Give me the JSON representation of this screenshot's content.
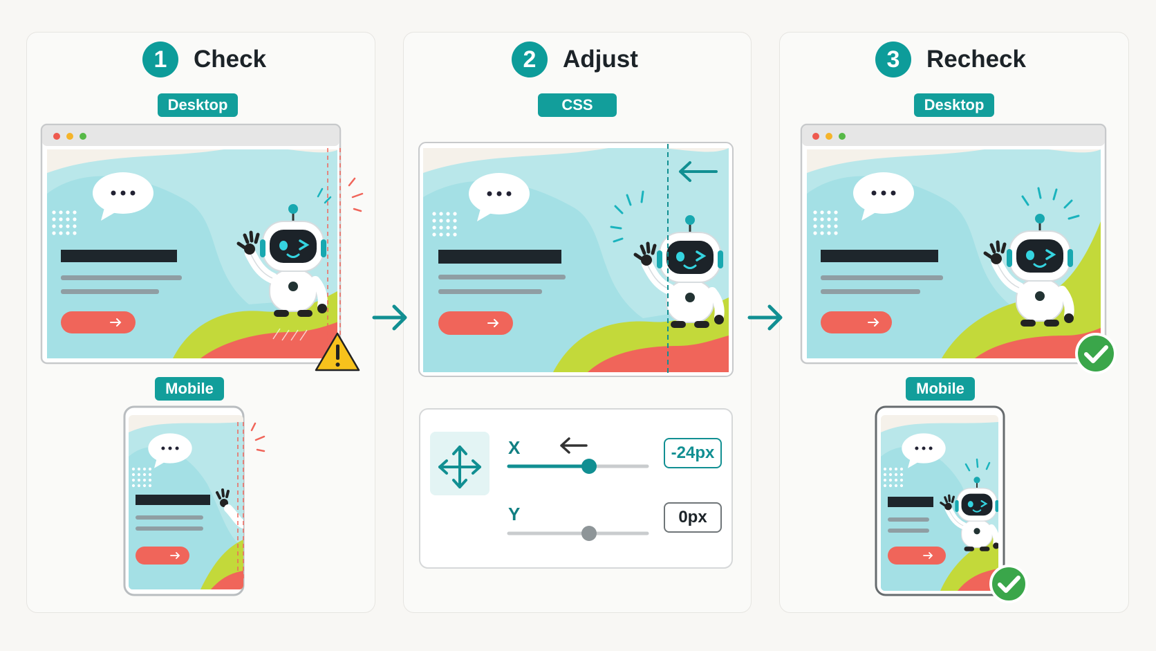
{
  "steps": [
    {
      "number": "1",
      "title": "Check",
      "tags": [
        "Desktop",
        "Mobile"
      ]
    },
    {
      "number": "2",
      "title": "Adjust",
      "tags": [
        "CSS"
      ]
    },
    {
      "number": "3",
      "title": "Recheck",
      "tags": [
        "Desktop",
        "Mobile"
      ]
    }
  ],
  "controls": {
    "x": {
      "label": "X",
      "value": "-24px",
      "slider_fraction": 0.58
    },
    "y": {
      "label": "Y",
      "value": "0px",
      "slider_fraction": 0.58
    }
  },
  "colors": {
    "teal": "#0d9c9a",
    "coral": "#f0655a",
    "lime": "#c3d93a",
    "sky": "#9fdfe3",
    "dark": "#1e262c",
    "warning": "#f7c21c",
    "success": "#3aa64a"
  },
  "icons": [
    "warning-icon",
    "checkmark-icon",
    "move-icon",
    "arrow-left-icon",
    "arrow-right-icon",
    "chat-bubble-icon",
    "robot-icon"
  ]
}
